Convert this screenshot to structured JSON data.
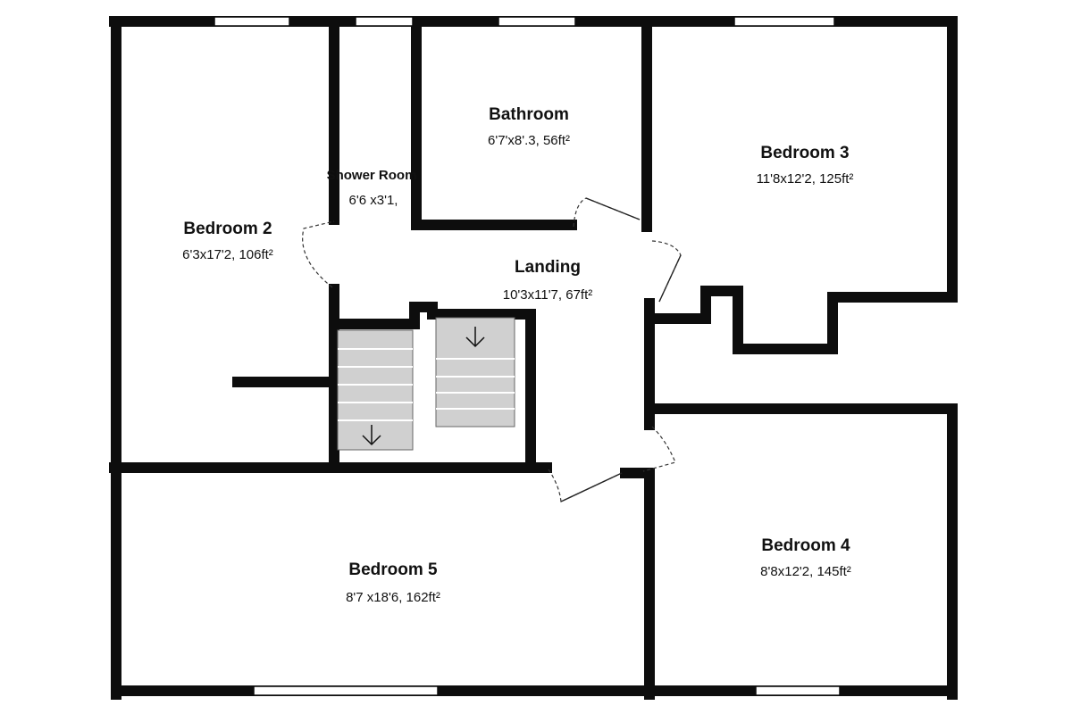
{
  "floorplan": {
    "rooms": [
      {
        "id": "bedroom-2",
        "name": "Bedroom 2",
        "dims": "6'3x17'2, 106ft²"
      },
      {
        "id": "shower-room",
        "name": "Shower Room",
        "dims": "6'6 x3'1,"
      },
      {
        "id": "bathroom",
        "name": "Bathroom",
        "dims": "6'7'x8'.3, 56ft²"
      },
      {
        "id": "bedroom-3",
        "name": "Bedroom 3",
        "dims": "11'8x12'2, 125ft²"
      },
      {
        "id": "landing",
        "name": "Landing",
        "dims": "10'3x11'7, 67ft²"
      },
      {
        "id": "bedroom-5",
        "name": "Bedroom 5",
        "dims": "8'7 x18'6, 162ft²"
      },
      {
        "id": "bedroom-4",
        "name": "Bedroom 4",
        "dims": "8'8x12'2, 145ft²"
      }
    ],
    "stairs": [
      {
        "id": "stairs-left",
        "direction_icon": "arrow-down-icon"
      },
      {
        "id": "stairs-right",
        "direction_icon": "arrow-down-icon"
      }
    ],
    "colors": {
      "wall": "#0d0d0d",
      "stair_fill": "#d0d0d0",
      "window": "#ffffff",
      "background": "#ffffff"
    }
  }
}
